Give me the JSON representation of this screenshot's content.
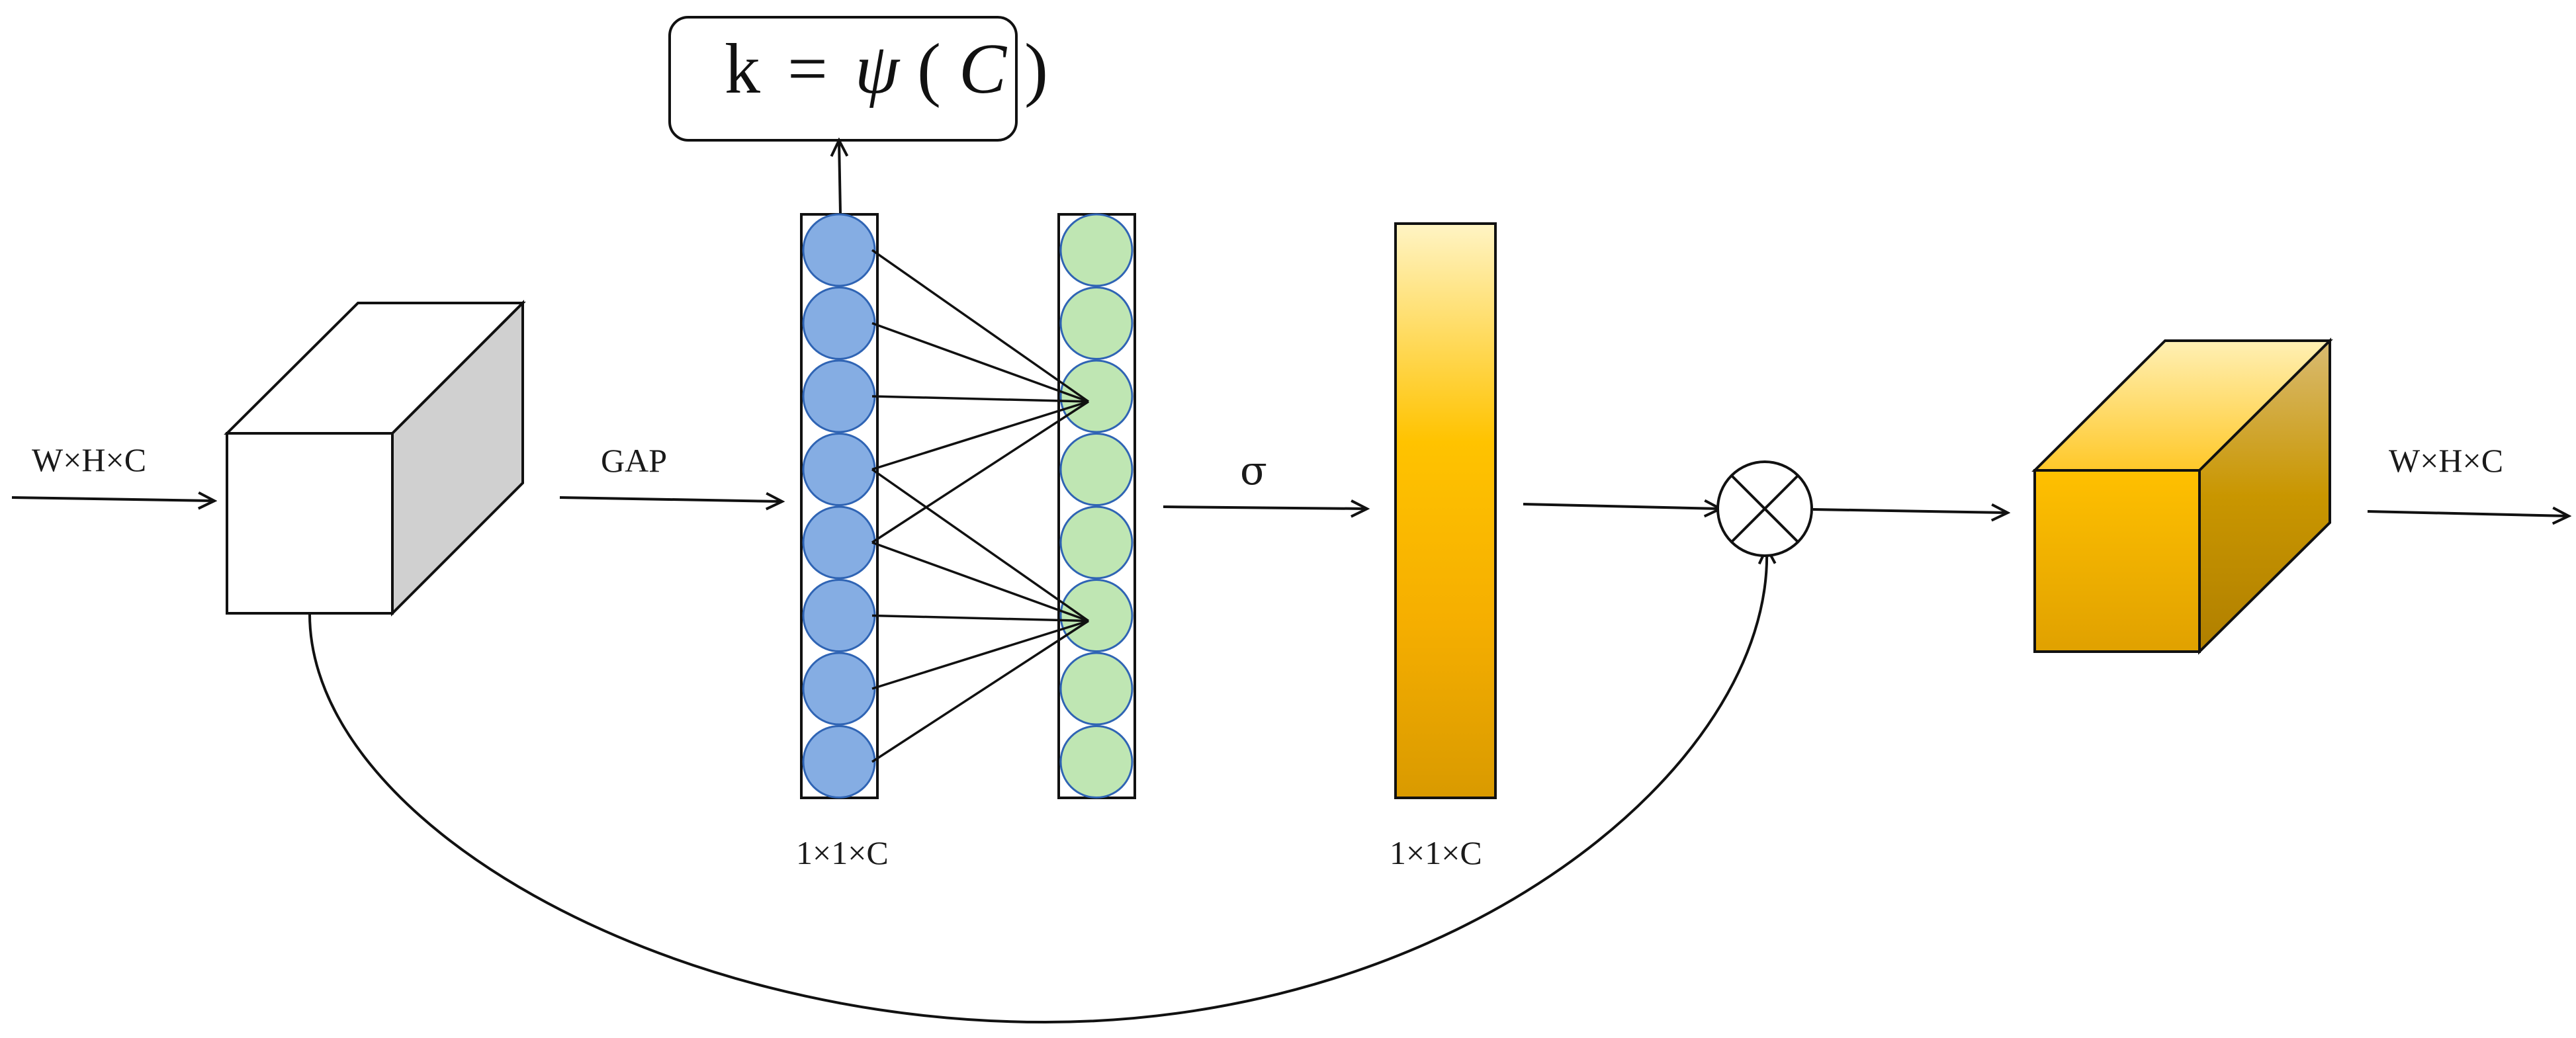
{
  "diagram": {
    "input_label": "W×H×C",
    "gap_label": "GAP",
    "sigma_label": "σ",
    "output_label": "W×H×C",
    "vector_label_gap": "1×1×C",
    "vector_label_sigma": "1×1×C",
    "formula": {
      "lhs": "k",
      "eq": "=",
      "fn": "ψ",
      "open": "(",
      "arg": "C",
      "close": ")"
    },
    "layer_nodes": {
      "input_count": 8,
      "output_count": 8,
      "input_color": "#85ade3",
      "output_color": "#bfe6b3"
    },
    "colors": {
      "input_cube_front": "#ffffff",
      "input_cube_side": "#d0d0d0",
      "gold_light": "#fff0b8",
      "gold_mid": "#ffc000",
      "gold_dark": "#d4a000",
      "stroke": "#111111"
    },
    "connections": [
      [
        0,
        2
      ],
      [
        1,
        2
      ],
      [
        2,
        2
      ],
      [
        3,
        2
      ],
      [
        3,
        5
      ],
      [
        4,
        2
      ],
      [
        4,
        5
      ],
      [
        5,
        5
      ],
      [
        6,
        5
      ],
      [
        7,
        5
      ]
    ]
  }
}
